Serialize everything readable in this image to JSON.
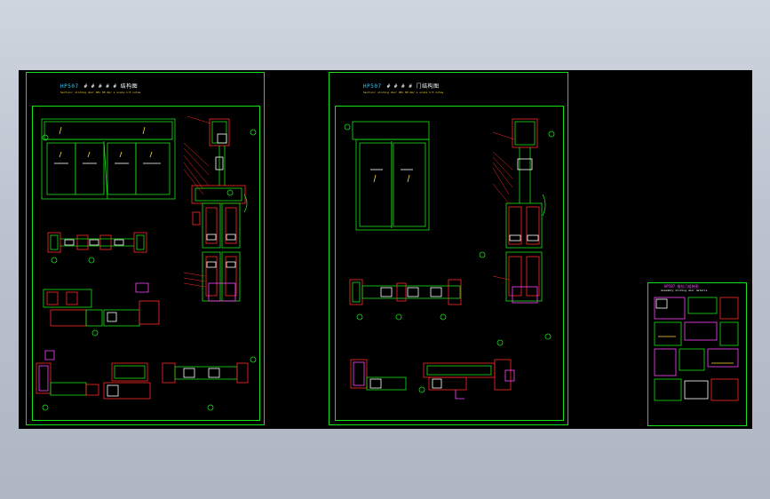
{
  "sheet1": {
    "code": "HP507",
    "title": "# # # # # 结构图",
    "subtitle": "Section: sliding door 48x 80 mm/ s scale 1:5 notes"
  },
  "sheet2": {
    "code": "HP507",
    "title": "# # # # 门结构图",
    "subtitle": "Section: sliding door 48x 80 mm/ s scale 1:5 notes"
  },
  "sheet3": {
    "title": "HP507 推拉门组装图",
    "subtitle": "Assembly sliding door details"
  },
  "colors": {
    "frame": "#18e018",
    "profile_red": "#ff2a2a",
    "profile_white": "#ffffff",
    "gasket_magenta": "#ff44ff",
    "text_cyan": "#33ccff",
    "text_yellow": "#ffdd33"
  }
}
